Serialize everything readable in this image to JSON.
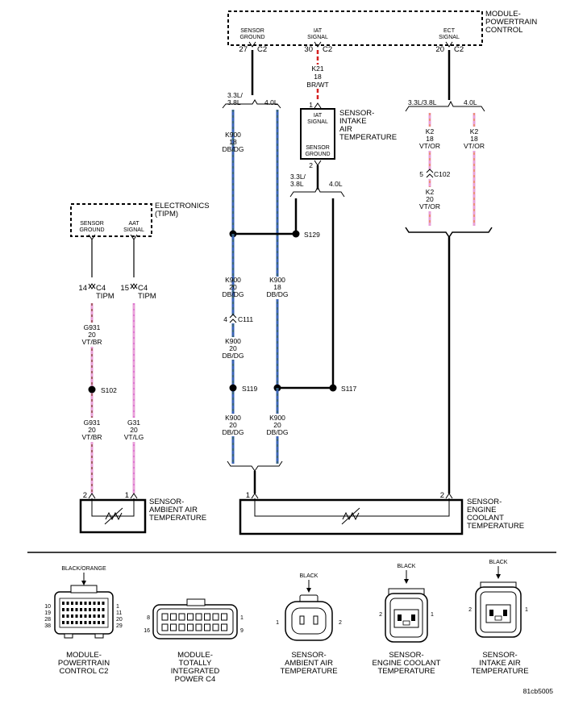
{
  "modules": {
    "pcm": {
      "label": [
        "MODULE-",
        "POWERTRAIN",
        "CONTROL"
      ],
      "pins": [
        {
          "name": [
            "SENSOR",
            "GROUND"
          ],
          "pin": "27",
          "conn": "C2"
        },
        {
          "name": [
            "IAT",
            "SIGNAL"
          ],
          "pin": "30",
          "conn": "C2"
        },
        {
          "name": [
            "ECT",
            "SIGNAL"
          ],
          "pin": "20",
          "conn": "C2"
        }
      ]
    },
    "tipm": {
      "label": [
        "ELECTRONICS",
        "(TIPM)"
      ],
      "pins": [
        {
          "name": [
            "SENSOR",
            "GROUND"
          ],
          "pin": "14",
          "conn": "C4",
          "sub": "TIPM"
        },
        {
          "name": [
            "AAT",
            "SIGNAL"
          ],
          "pin": "15",
          "conn": "C4",
          "sub": "TIPM"
        }
      ]
    }
  },
  "wires": {
    "k21": [
      "K21",
      "18",
      "BR/WT"
    ],
    "k900_a": [
      "K900",
      "18",
      "DB/DG"
    ],
    "k900_b": [
      "K900",
      "20",
      "DB/DG"
    ],
    "k900_c": [
      "K900",
      "18",
      "DB/DG"
    ],
    "k900_d": [
      "K900",
      "20",
      "DB/DG"
    ],
    "k900_e": [
      "K900",
      "20",
      "DB/DG"
    ],
    "k900_f": [
      "K900",
      "20",
      "DB/DG"
    ],
    "k2_a": [
      "K2",
      "18",
      "VT/OR"
    ],
    "k2_b": [
      "K2",
      "18",
      "VT/OR"
    ],
    "k2_c": [
      "K2",
      "20",
      "VT/OR"
    ],
    "g931_a": [
      "G931",
      "20",
      "VT/BR"
    ],
    "g931_b": [
      "G931",
      "20",
      "VT/BR"
    ],
    "g31": [
      "G31",
      "20",
      "VT/LG"
    ]
  },
  "splices": {
    "s129": "S129",
    "s119": "S119",
    "s117": "S117",
    "s102": "S102"
  },
  "inline_connectors": {
    "c111": {
      "pin": "4",
      "name": "C111"
    },
    "c102": {
      "pin": "5",
      "name": "C102"
    }
  },
  "options": {
    "opt1": "3.3L/",
    "opt1b": "3.8L",
    "opt2": "4.0L",
    "opt3": "3.3L/3.8L"
  },
  "sensors": {
    "iat": {
      "label": [
        "SENSOR-",
        "INTAKE",
        "AIR",
        "TEMPERATURE"
      ],
      "pin_top": "1",
      "pin_bottom": "2",
      "inner_top": [
        "IAT",
        "SIGNAL"
      ],
      "inner_bottom": [
        "SENSOR",
        "GROUND"
      ]
    },
    "aat": {
      "label": [
        "SENSOR-",
        "AMBIENT AIR",
        "TEMPERATURE"
      ],
      "pin1": "1",
      "pin2": "2"
    },
    "ect": {
      "label": [
        "SENSOR-",
        "ENGINE",
        "COOLANT",
        "TEMPERATURE"
      ],
      "pin1": "1",
      "pin2": "2"
    }
  },
  "connector_views": [
    {
      "color": "BLACK/ORANGE",
      "label": [
        "MODULE-",
        "POWERTRAIN",
        "CONTROL C2"
      ],
      "pins_left": [
        "10",
        "19",
        "28",
        "38"
      ],
      "pins_right": [
        "1",
        "11",
        "20",
        "29"
      ]
    },
    {
      "color": "",
      "label": [
        "MODULE-",
        "TOTALLY",
        "INTEGRATED",
        "POWER C4"
      ],
      "pins_left": [
        "8",
        "16"
      ],
      "pins_right": [
        "1",
        "9"
      ]
    },
    {
      "color": "BLACK",
      "label": [
        "SENSOR-",
        "AMBIENT AIR",
        "TEMPERATURE"
      ],
      "pins_left": [
        "1"
      ],
      "pins_right": [
        "2"
      ]
    },
    {
      "color": "BLACK",
      "label": [
        "SENSOR-",
        "ENGINE COOLANT",
        "TEMPERATURE"
      ],
      "pins_left": [
        "2"
      ],
      "pins_right": [
        "1"
      ]
    },
    {
      "color": "BLACK",
      "label": [
        "SENSOR-",
        "INTAKE AIR",
        "TEMPERATURE"
      ],
      "pins_left": [
        "2"
      ],
      "pins_right": [
        "1"
      ]
    }
  ],
  "figure_id": "81cb5005",
  "colors": {
    "blue": "#3a63b8",
    "darkgreen": "#3a6a4a",
    "violet": "#d24fc8",
    "orange": "#f08a3a",
    "pink": "#e8a0d8",
    "red": "#d42020",
    "brown": "#7a3a1a"
  }
}
